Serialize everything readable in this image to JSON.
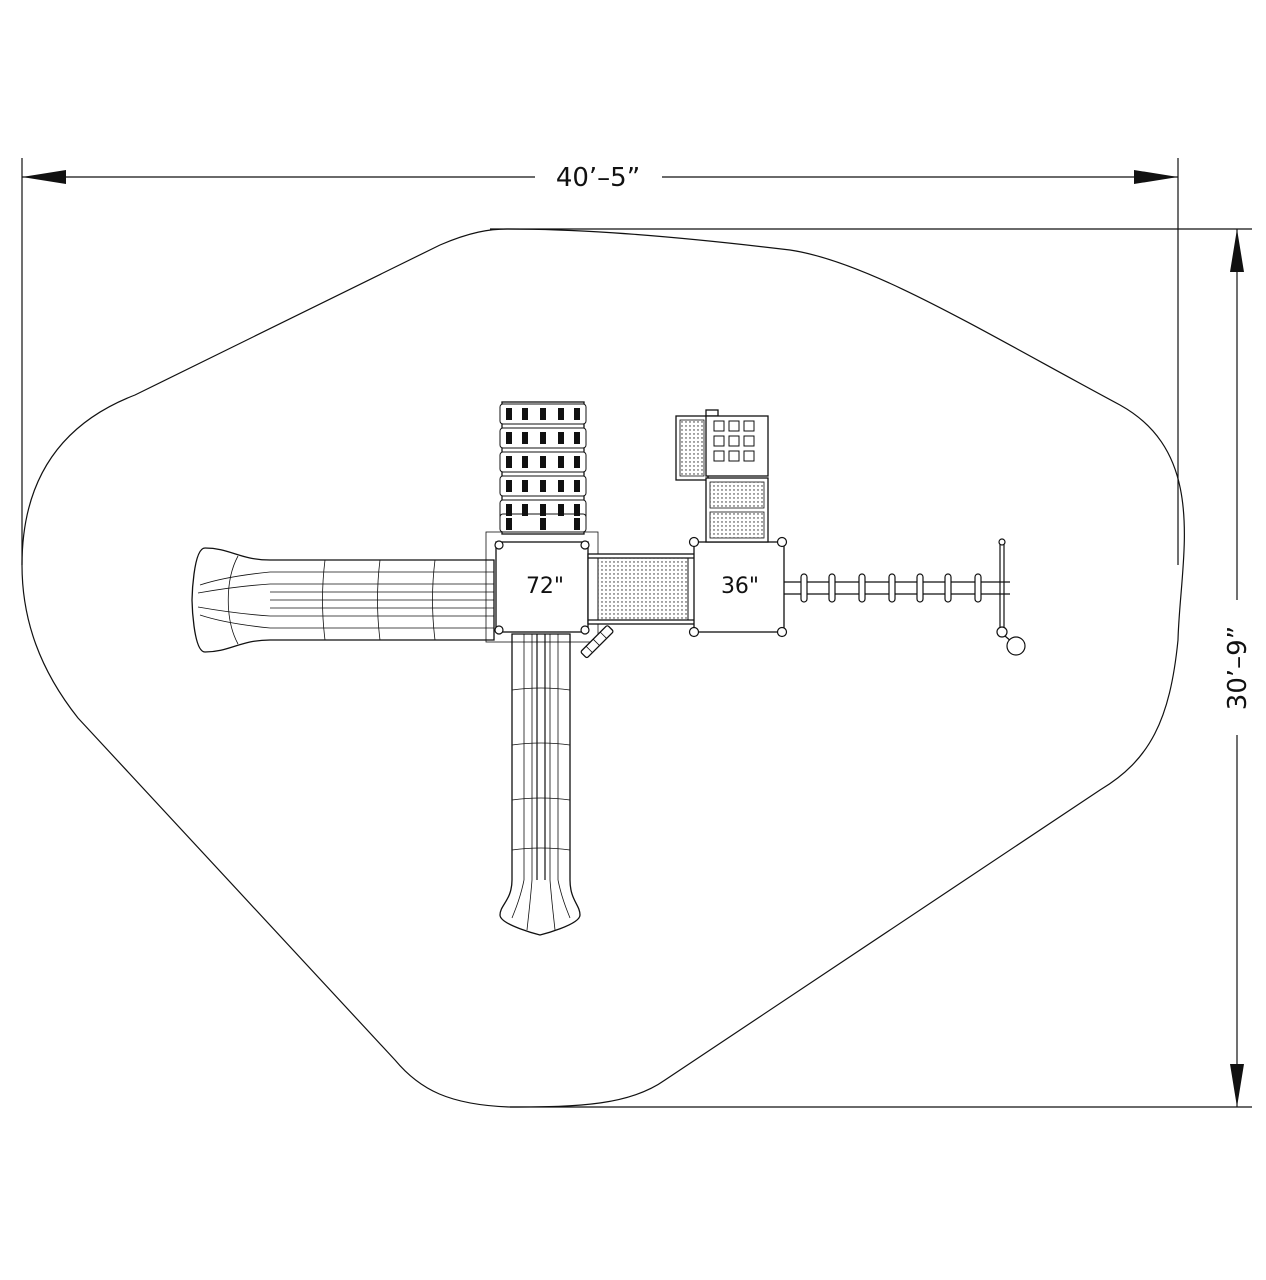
{
  "dimensions": {
    "width_label": "40’–5”",
    "height_label": "30’–9”"
  },
  "decks": [
    {
      "label": "72\""
    },
    {
      "label": "36\""
    }
  ],
  "colors": {
    "line": "#111111",
    "background": "#ffffff"
  }
}
